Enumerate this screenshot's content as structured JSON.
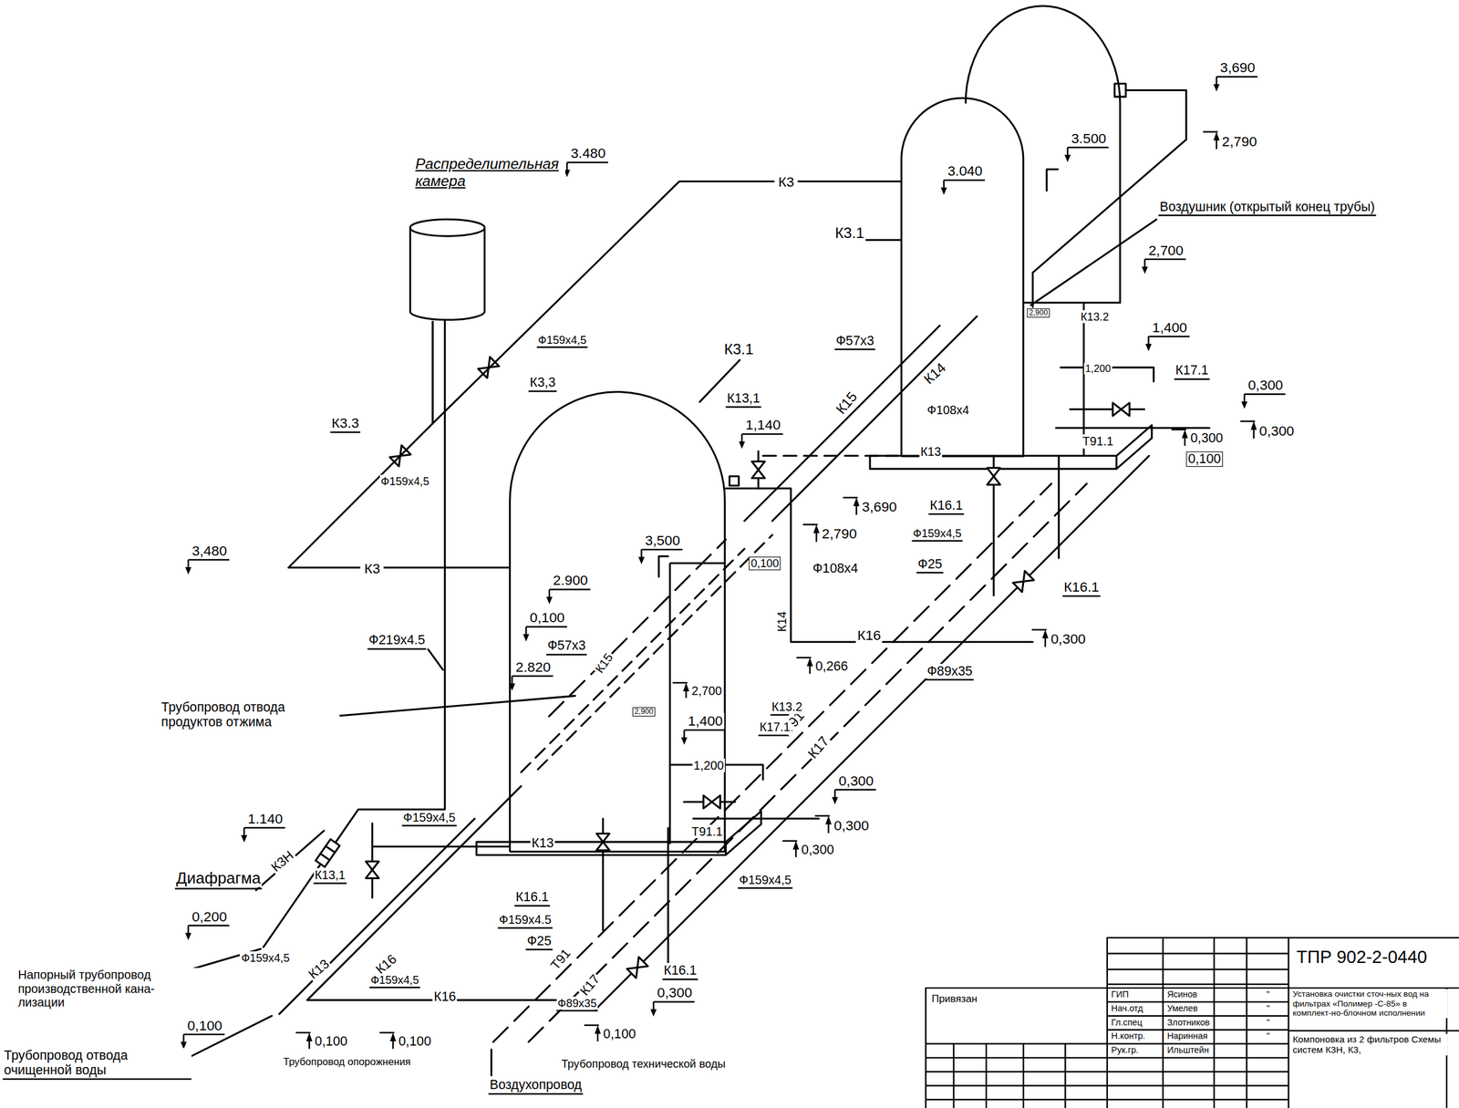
{
  "diagram": {
    "nodes": [
      {
        "text": [
          "Распределительная камера"
        ]
      },
      {
        "text": [
          "К3.1"
        ]
      },
      {
        "text": [
          "К3.1"
        ]
      }
    ],
    "edges": [
      {
        "from": 0,
        "to": 1,
        "arrow": "none",
        "label": "К3"
      },
      {
        "from": 0,
        "to": 2,
        "arrow": "none",
        "label": "К3"
      }
    ],
    "labels": [
      "3,690",
      "3.480",
      "3.500",
      "2,790",
      "3.040",
      "Воздушник (открытый конец трубы)",
      "2,700",
      "Ф159x4,5",
      "К3,3",
      "Ф57x3",
      "К13.2",
      "1,400",
      "2,900",
      "1,200",
      "К17.1",
      "К14",
      "К15",
      "0,300",
      "Ф108x4",
      "0,300",
      "0,300",
      "0,100",
      "Т91.1",
      "К13",
      "К13,1",
      "1,140",
      "К3.3",
      "Ф159x4,5",
      "3,690",
      "К16.1",
      "Ф159x4,5",
      "2,790",
      "0,100",
      "Ф108x4",
      "Ф25",
      "К16.1",
      "3,480",
      "3,500",
      "2.900",
      "0,100",
      "Ф57x3",
      "К15",
      "2.820",
      "К14",
      "К16",
      "Ф219x4.5",
      "0,266",
      "0,300",
      "Ф89x35",
      "Трубопровод отвода продуктов отжима",
      "2,700",
      "Т91",
      "К17",
      "2,900",
      "К13.2",
      "1,400",
      "К17.1",
      "1,200",
      "0,300",
      "0,300",
      "0,300",
      "Т91.1",
      "1.140",
      "Ф159x4,5",
      "К13",
      "Ф159x4,5",
      "Диафрагма",
      "К3Н",
      "К13,1",
      "0,200",
      "Напорный трубопровод производственной кана- лизации",
      "К16.1",
      "Ф159x4.5",
      "Ф25",
      "Ф159x4,5",
      "К13",
      "К16",
      "Ф159x4,5",
      "Т91",
      "К17",
      "К16.1",
      "0,300",
      "К16",
      "0,100",
      "Ф89x35",
      "Трубопровод отвода очищенной воды",
      "0,100",
      "0,100",
      "0,100",
      "Трубопровод опорожнения",
      "Трубопровод технической воды",
      "Воздухопровод",
      "ТПР 902-2-0440",
      "Привязан",
      "ГИП",
      "Ясинов",
      "Нач.отд",
      "Умелев",
      "Гл.спец",
      "Злотников",
      "Н.контр.",
      "Наринная",
      "Рук.гр.",
      "Ильштейн",
      "\"",
      "\"",
      "\"",
      "\"",
      "Установка очистки сточ-ных вод на фильтрах «Полимер -С-85» в комплект-но-блочном исполнении",
      "Компоновка из 2 фильтров Схемы систем К3Н, К3,"
    ]
  }
}
